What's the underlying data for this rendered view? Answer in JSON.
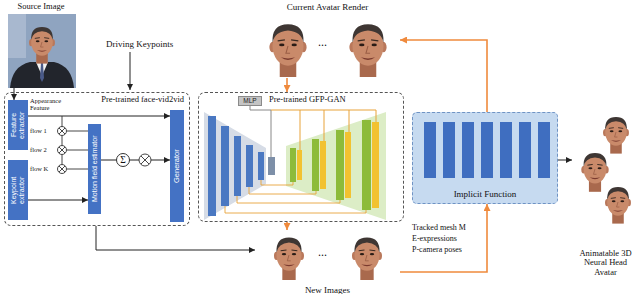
{
  "diagram": {
    "nodes": [
      {
        "text": [
          "Source Image"
        ]
      },
      {
        "text": [
          "Pre-trained face-vid2vid"
        ]
      },
      {
        "text": [
          "Feature extractor"
        ],
        "in": 1
      },
      {
        "text": [
          "Keypoint extractor"
        ],
        "in": 1
      },
      {
        "text": [
          "Motion field estimator"
        ],
        "in": 1
      },
      {
        "text": [
          "Generator"
        ],
        "in": 1
      },
      {
        "text": [
          "Current Avatar Render"
        ]
      },
      {
        "text": [
          "Pre-trained GFP-GAN"
        ]
      },
      {
        "text": [
          "MLP"
        ],
        "in": 7
      },
      {
        "text": [
          "Implicit Function"
        ]
      },
      {
        "text": [
          "New Images"
        ]
      },
      {
        "text": [
          "Animatable 3D Neural Head Avatar"
        ]
      }
    ],
    "edges": [
      {
        "from": 0,
        "to": 2,
        "arrow": "to"
      },
      {
        "from": 1,
        "to": 10,
        "arrow": "to"
      },
      {
        "from": 2,
        "to": 5,
        "arrow": "to"
      },
      {
        "from": 3,
        "to": 4,
        "arrow": "to"
      },
      {
        "from": 4,
        "to": 5,
        "arrow": "to"
      },
      {
        "from": 6,
        "to": 7,
        "arrow": "to"
      },
      {
        "from": 7,
        "to": 10,
        "arrow": "to"
      },
      {
        "from": 10,
        "to": 9,
        "arrow": "to"
      },
      {
        "from": 9,
        "to": 6,
        "arrow": "to"
      },
      {
        "from": 9,
        "to": 11,
        "arrow": "to"
      }
    ],
    "labels": [
      "Driving Keypoints",
      "Appearance Feature",
      "flow 1",
      "flow 2",
      "flow K",
      "Σ",
      "...",
      "...",
      "Tracked mesh M",
      "E-expressions",
      "P-camera poses"
    ]
  }
}
